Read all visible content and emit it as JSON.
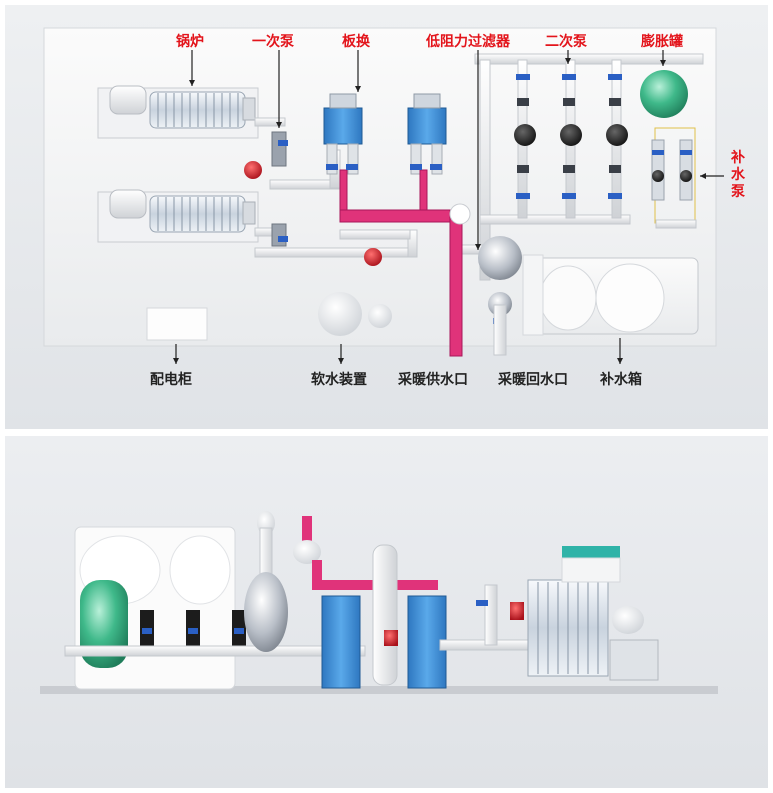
{
  "top_view": {
    "labels_top": {
      "boiler": "锅炉",
      "primary_pump": "一次泵",
      "plate_exchanger": "板换",
      "filter": "低阻力过滤器",
      "secondary_pump": "二次泵",
      "expansion_tank": "膨胀罐"
    },
    "label_side": {
      "makeup_pump": "补水泵"
    },
    "labels_bottom": {
      "distribution_cabinet": "配电柜",
      "water_softener": "软水装置",
      "heating_supply_outlet": "采暖供水口",
      "heating_return_outlet": "采暖回水口",
      "makeup_tank": "补水箱"
    }
  },
  "colors": {
    "label_red": "#e3141b",
    "label_dark": "#222222",
    "supply_pipe": "#e0337a",
    "pipe_white": "#f4f4f4",
    "heat_exchanger_blue": "#3a8fd6",
    "expansion_tank_green": "#3fb98a",
    "pump_black": "#1c1c1c",
    "valve_red": "#c8202a",
    "valve_blue": "#2a5fc4",
    "teal_cap": "#2fb3a8"
  }
}
